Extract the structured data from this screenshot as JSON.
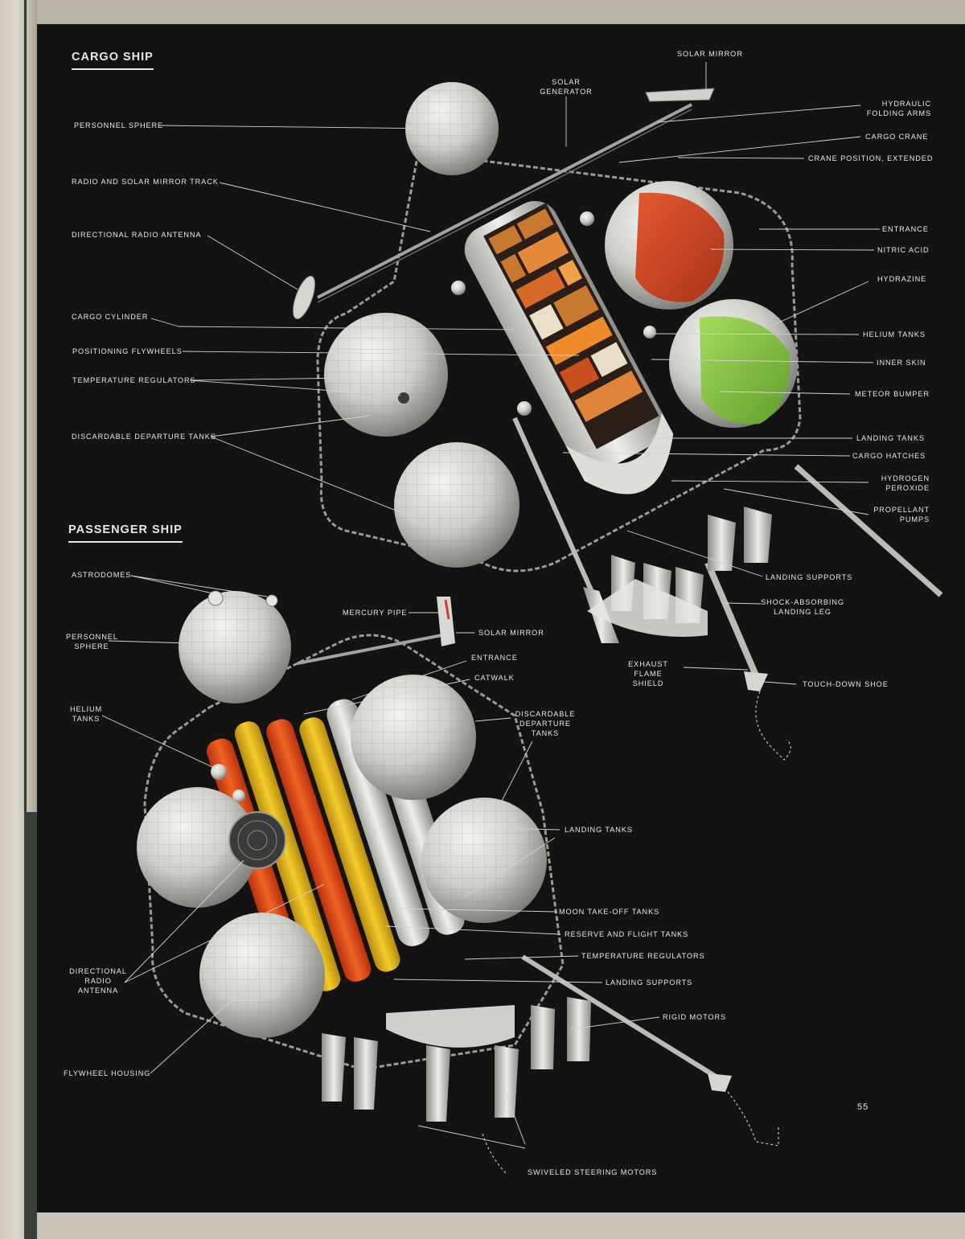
{
  "headings": {
    "cargo": "CARGO SHIP",
    "passenger": "PASSENGER SHIP"
  },
  "page_number": "55",
  "cargo_labels": {
    "personnel_sphere": "PERSONNEL SPHERE",
    "radio_mirror_track": "RADIO AND SOLAR MIRROR TRACK",
    "directional_antenna": "DIRECTIONAL RADIO ANTENNA",
    "cargo_cylinder": "CARGO CYLINDER",
    "positioning_flywheels": "POSITIONING FLYWHEELS",
    "temperature_regulators": "TEMPERATURE REGULATORS",
    "departure_tanks": "DISCARDABLE DEPARTURE TANKS",
    "solar_generator": "SOLAR\nGENERATOR",
    "solar_mirror": "SOLAR MIRROR",
    "hydraulic_arms": "HYDRAULIC\nFOLDING ARMS",
    "cargo_crane": "CARGO CRANE",
    "crane_extended": "CRANE POSITION, EXTENDED",
    "entrance": "ENTRANCE",
    "nitric_acid": "NITRIC ACID",
    "hydrazine": "HYDRAZINE",
    "helium_tanks": "HELIUM TANKS",
    "inner_skin": "INNER SKIN",
    "meteor_bumper": "METEOR BUMPER",
    "landing_tanks": "LANDING TANKS",
    "cargo_hatches": "CARGO HATCHES",
    "hydrogen_peroxide": "HYDROGEN\nPEROXIDE",
    "propellant_pumps": "PROPELLANT\nPUMPS",
    "landing_supports": "LANDING SUPPORTS",
    "shock_leg": "SHOCK-ABSORBING\nLANDING LEG",
    "exhaust_shield": "EXHAUST\nFLAME\nSHIELD",
    "touchdown_shoe": "TOUCH-DOWN SHOE"
  },
  "passenger_labels": {
    "astrodomes": "ASTRODOMES",
    "personnel_sphere": "PERSONNEL\nSPHERE",
    "helium_tanks": "HELIUM\nTANKS",
    "mercury_pipe": "MERCURY PIPE",
    "solar_mirror": "SOLAR MIRROR",
    "entrance": "ENTRANCE",
    "catwalk": "CATWALK",
    "departure_tanks": "DISCARDABLE\nDEPARTURE\nTANKS",
    "landing_tanks": "LANDING TANKS",
    "moon_takeoff": "MOON TAKE-OFF TANKS",
    "reserve_flight": "RESERVE AND FLIGHT TANKS",
    "temperature_regulators": "TEMPERATURE REGULATORS",
    "landing_supports": "LANDING SUPPORTS",
    "rigid_motors": "RIGID MOTORS",
    "directional_antenna": "DIRECTIONAL\nRADIO\nANTENNA",
    "flywheel_housing": "FLYWHEEL HOUSING",
    "swiveled_motors": "SWIVELED STEERING MOTORS"
  },
  "colors": {
    "background": "#131313",
    "nitric_acid": "#d9502c",
    "hydrazine": "#8fcf4a",
    "reserve_tanks": "#e0501e",
    "takeoff_tanks": "#e8b81e",
    "hull": "#d8d8d4",
    "label": "#e8e8e2"
  }
}
